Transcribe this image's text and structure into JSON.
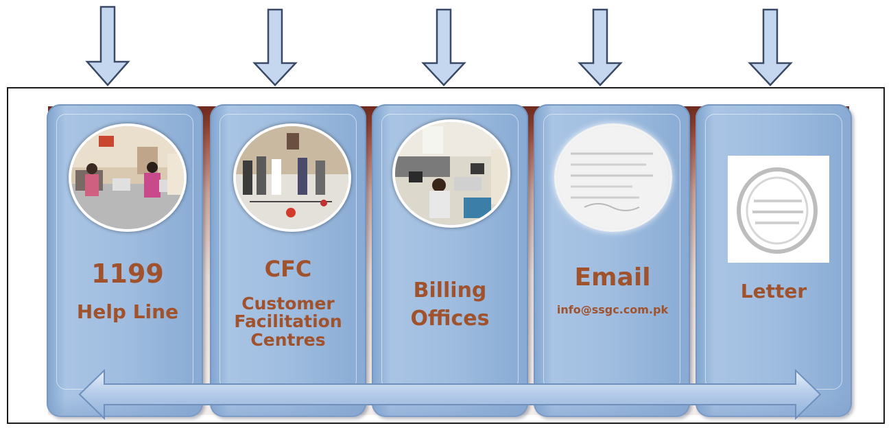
{
  "channels": [
    {
      "main": "1199",
      "sub": "Help Line"
    },
    {
      "main": "CFC",
      "sub": "Customer Facilitation Centres"
    },
    {
      "main": "Billing Offices"
    },
    {
      "main": "Email",
      "sub": "info@ssgc.com.pk"
    },
    {
      "main": "Letter"
    }
  ],
  "colors": {
    "label_text": "#a0522d",
    "panel_fill": "#9fbde0",
    "arrow_fill": "#c5d7ef",
    "arrow_stroke": "#3a4a66",
    "band_top": "#6e2a1e"
  },
  "icons": {
    "down_arrows": "arrow-down-icon",
    "bottom_arrow": "double-arrow-horizontal-icon"
  }
}
